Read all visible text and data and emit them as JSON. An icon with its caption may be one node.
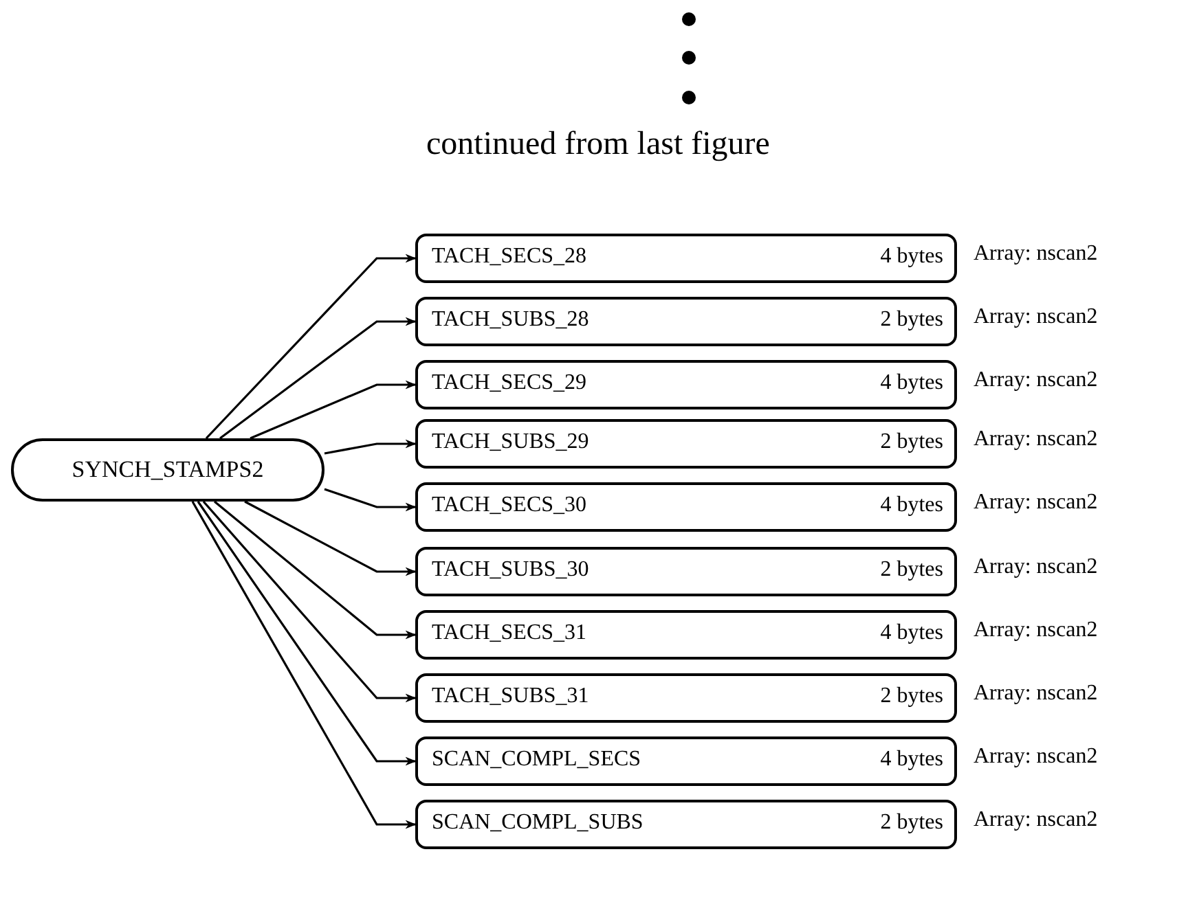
{
  "diagram": {
    "nodes": [
      {
        "text": [
          "SYNCH_STAMPS2"
        ]
      },
      {
        "text": [
          "TACH_SECS_28",
          "4 bytes"
        ],
        "beside": [
          "Array: nscan2"
        ]
      },
      {
        "text": [
          "TACH_SUBS_28",
          "2 bytes"
        ],
        "beside": [
          "Array: nscan2"
        ]
      },
      {
        "text": [
          "TACH_SECS_29",
          "4 bytes"
        ],
        "beside": [
          "Array: nscan2"
        ]
      },
      {
        "text": [
          "TACH_SUBS_29",
          "2 bytes"
        ],
        "beside": [
          "Array: nscan2"
        ]
      },
      {
        "text": [
          "TACH_SECS_30",
          "4 bytes"
        ],
        "beside": [
          "Array: nscan2"
        ]
      },
      {
        "text": [
          "TACH_SUBS_30",
          "2 bytes"
        ],
        "beside": [
          "Array: nscan2"
        ]
      },
      {
        "text": [
          "TACH_SECS_31",
          "4 bytes"
        ],
        "beside": [
          "Array: nscan2"
        ]
      },
      {
        "text": [
          "TACH_SUBS_31",
          "2 bytes"
        ],
        "beside": [
          "Array: nscan2"
        ]
      },
      {
        "text": [
          "SCAN_COMPL_SECS",
          "4 bytes"
        ],
        "beside": [
          "Array: nscan2"
        ]
      },
      {
        "text": [
          "SCAN_COMPL_SUBS",
          "2 bytes"
        ],
        "beside": [
          "Array: nscan2"
        ]
      }
    ],
    "edges": [
      {
        "from": 0,
        "to": 1,
        "arrow": "to"
      },
      {
        "from": 0,
        "to": 2,
        "arrow": "to"
      },
      {
        "from": 0,
        "to": 3,
        "arrow": "to"
      },
      {
        "from": 0,
        "to": 4,
        "arrow": "to"
      },
      {
        "from": 0,
        "to": 5,
        "arrow": "to"
      },
      {
        "from": 0,
        "to": 6,
        "arrow": "to"
      },
      {
        "from": 0,
        "to": 7,
        "arrow": "to"
      },
      {
        "from": 0,
        "to": 8,
        "arrow": "to"
      },
      {
        "from": 0,
        "to": 9,
        "arrow": "to"
      },
      {
        "from": 0,
        "to": 10,
        "arrow": "to"
      }
    ],
    "labels": [
      "continued from last figure"
    ]
  }
}
